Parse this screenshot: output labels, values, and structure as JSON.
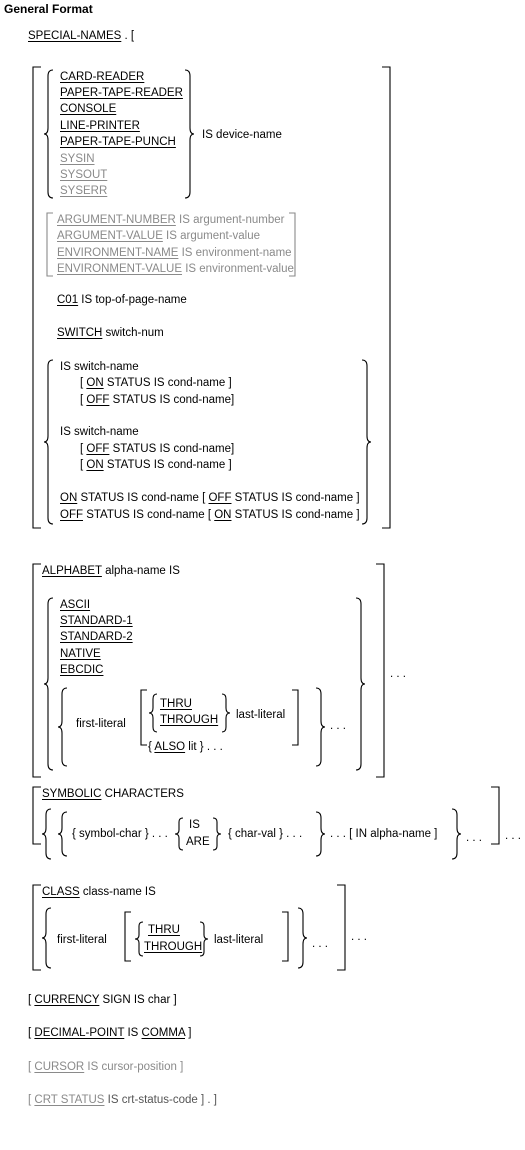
{
  "header": "General Format",
  "special_names": {
    "kw": "SPECIAL-NAMES",
    "rest": " .  ["
  },
  "devices": [
    "CARD-READER",
    "PAPER-TAPE-READER",
    "CONSOLE",
    "LINE-PRINTER",
    "PAPER-TAPE-PUNCH",
    "SYSIN",
    "SYSOUT",
    "SYSERR"
  ],
  "is_device_name": "IS device-name",
  "env": [
    {
      "kw": "ARGUMENT-NUMBER",
      "rest": " IS argument-number"
    },
    {
      "kw": "ARGUMENT-VALUE",
      "rest": " IS argument-value"
    },
    {
      "kw": "ENVIRONMENT-NAME",
      "rest": " IS environment-name"
    },
    {
      "kw": "ENVIRONMENT-VALUE",
      "rest": " IS environment-value"
    }
  ],
  "c01": {
    "kw": "C01",
    "rest": " IS top-of-page-name"
  },
  "switch": {
    "kw": "SWITCH",
    "rest": " switch-num"
  },
  "is_switch_name": "IS switch-name",
  "on": "ON",
  "off": "OFF",
  "status_cond": " STATUS IS cond-name ]",
  "status_cond_nb": " STATUS IS cond-name]",
  "lbr": "[ ",
  "on_status_line": " STATUS IS cond-name [ ",
  "status_end": " STATUS IS cond-name ]",
  "alphabet": {
    "kw": "ALPHABET",
    "rest": " alpha-name IS"
  },
  "alphabets": [
    "ASCII",
    "STANDARD-1",
    "STANDARD-2",
    "NATIVE",
    "EBCDIC"
  ],
  "first_literal": "first-literal",
  "thru": "THRU",
  "through": "THROUGH",
  "last_literal": "last-literal",
  "also": {
    "pre": "{ ",
    "kw": "ALSO",
    "rest": " lit } . . ."
  },
  "ellipsis": ". . .",
  "symbolic": {
    "kw": "SYMBOLIC",
    "rest": " CHARACTERS"
  },
  "symbol_char": "{ symbol-char } . . .",
  "is": "IS",
  "are": "ARE",
  "char_val": "{ char-val } . . .",
  "in_alpha": ". . . [ IN alpha-name ]",
  "class": {
    "kw": "CLASS",
    "rest": " class-name IS"
  },
  "currency": {
    "pre": "[ ",
    "kw": "CURRENCY",
    "rest": " SIGN IS char ]"
  },
  "decimal": {
    "pre": "[ ",
    "kw": "DECIMAL-POINT",
    "mid": " IS ",
    "kw2": "COMMA",
    "rest": " ]"
  },
  "cursor": {
    "pre": "[ ",
    "kw": "CURSOR",
    "rest": " IS cursor-position ]"
  },
  "crt": {
    "pre": "[ ",
    "kw": "CRT STATUS",
    "rest": " IS crt-status-code ]  .  ]"
  }
}
